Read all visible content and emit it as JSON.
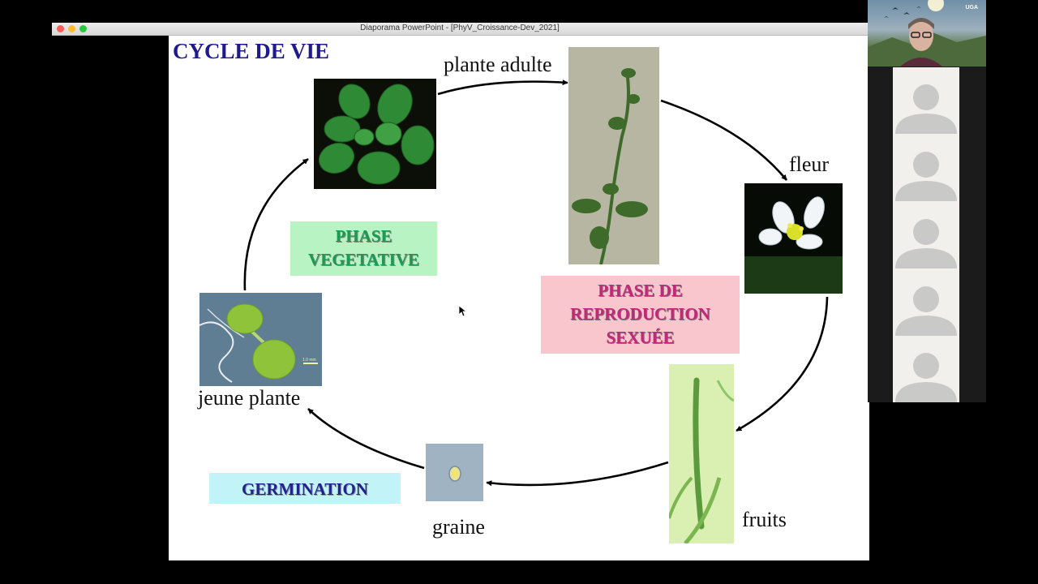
{
  "window": {
    "title": "Diaporama PowerPoint - [PhyV_Croissance-Dev_2021]",
    "buttons": [
      "close",
      "minimize",
      "zoom"
    ]
  },
  "slide": {
    "title": "CYCLE DE VIE",
    "stage_labels": {
      "adult": "plante adulte",
      "flower": "fleur",
      "fruits": "fruits",
      "seed": "graine",
      "young": "jeune plante"
    },
    "phases": {
      "vegetative": [
        "PHASE",
        "VEGETATIVE"
      ],
      "reproduction": [
        "PHASE DE",
        "REPRODUCTION",
        "SEXUÉE"
      ],
      "germination": "GERMINATION"
    },
    "scale_bar_label": "1.0 mm"
  },
  "participants": {
    "video_badge": "UGA",
    "avatar_count": 5
  },
  "colors": {
    "title": "#1f1a8c",
    "vegetative_bg": "#b8f3c4",
    "vegetative_text": "#1a9a52",
    "reproduction_bg": "#f9c6cd",
    "reproduction_text": "#c2287a",
    "germination_bg": "#c2f3f6",
    "germination_text": "#24238e"
  },
  "icons": [
    "mouse-pointer-icon",
    "person-silhouette-icon",
    "arrowhead-icon"
  ]
}
